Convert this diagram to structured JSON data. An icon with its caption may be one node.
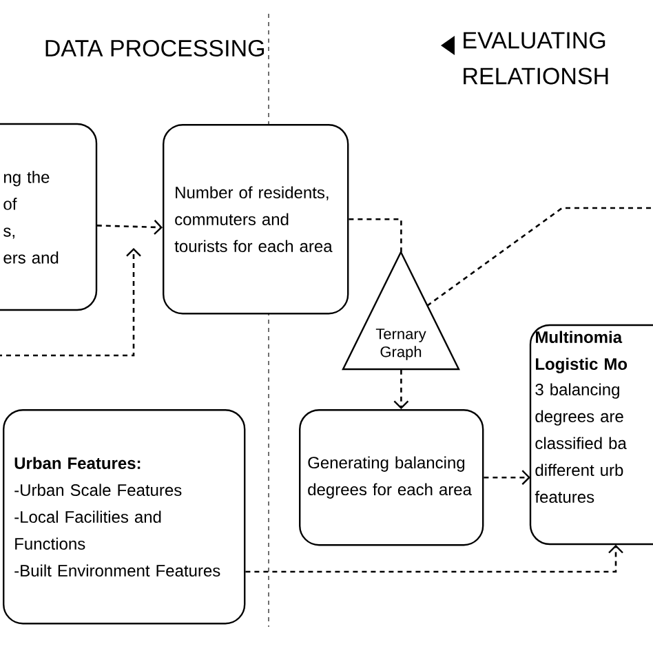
{
  "diagram": {
    "nodes": [
      {
        "text": [
          "ng the",
          "of",
          "s,",
          "ers and"
        ]
      },
      {
        "text": [
          "Number of residents, commuters and tourists for each area"
        ]
      },
      {
        "text": [
          "Ternary Graph"
        ]
      },
      {
        "text": [
          "Generating balancing degrees for each area"
        ]
      },
      {
        "text": [
          "Multinomia Logistic Mo",
          "3 balancing degrees are classified ba different urb features"
        ]
      },
      {
        "text": [
          "Urban Features:",
          "-Urban Scale Features",
          "-Local Facilities and Functions",
          "-Built Environment Features"
        ]
      }
    ],
    "edges": [
      {
        "from": 0,
        "to": 1,
        "arrow": "to",
        "style": "dashed"
      },
      {
        "from": null,
        "to": 1,
        "arrow": "to",
        "style": "dashed"
      },
      {
        "from": 1,
        "to": 2,
        "arrow": "none",
        "style": "dashed"
      },
      {
        "from": 2,
        "to": null,
        "arrow": "none",
        "style": "dashed"
      },
      {
        "from": 2,
        "to": 3,
        "arrow": "to",
        "style": "dashed"
      },
      {
        "from": 3,
        "to": 4,
        "arrow": "to",
        "style": "dashed"
      },
      {
        "from": 5,
        "to": 4,
        "arrow": "to",
        "style": "dashed"
      }
    ],
    "labels": [
      "DATA PROCESSING",
      "EVALUATING RELATIONSH"
    ]
  }
}
